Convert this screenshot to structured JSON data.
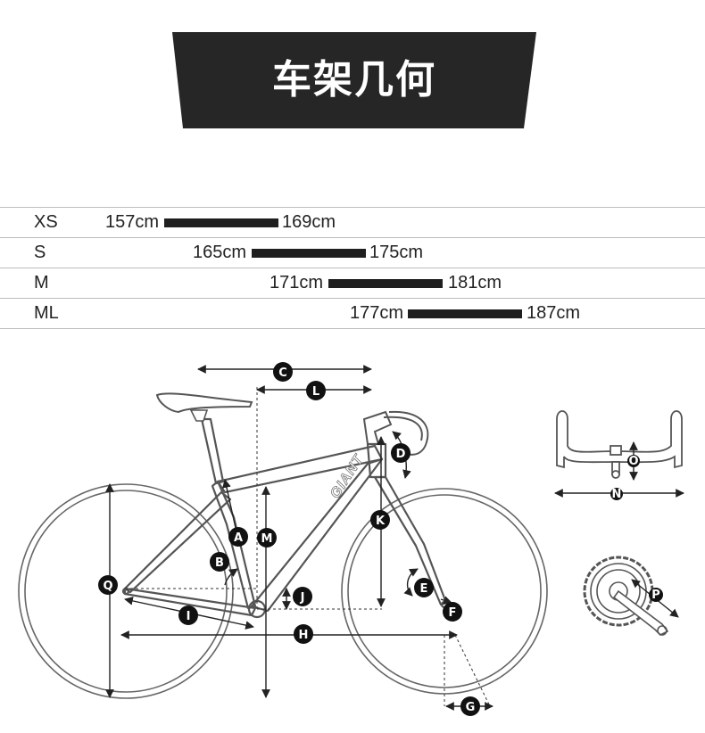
{
  "header": {
    "title": "车架几何"
  },
  "size_table": {
    "rows": [
      {
        "size": "XS",
        "min_height": "157cm",
        "max_height": "169cm"
      },
      {
        "size": "S",
        "min_height": "165cm",
        "max_height": "175cm"
      },
      {
        "size": "M",
        "min_height": "171cm",
        "max_height": "181cm"
      },
      {
        "size": "ML",
        "min_height": "177cm",
        "max_height": "187cm"
      }
    ]
  },
  "diagram": {
    "bike_logo": "GIANT",
    "labels": {
      "a": "A",
      "b": "B",
      "c": "C",
      "d": "D",
      "e": "E",
      "f": "F",
      "g": "G",
      "h": "H",
      "i": "I",
      "j": "J",
      "k": "K",
      "l": "L",
      "m": "M",
      "n": "N",
      "o": "O",
      "p": "P",
      "q": "Q"
    }
  },
  "colors": {
    "banner": "#262626",
    "line": "#222222",
    "bike": "#555555"
  }
}
